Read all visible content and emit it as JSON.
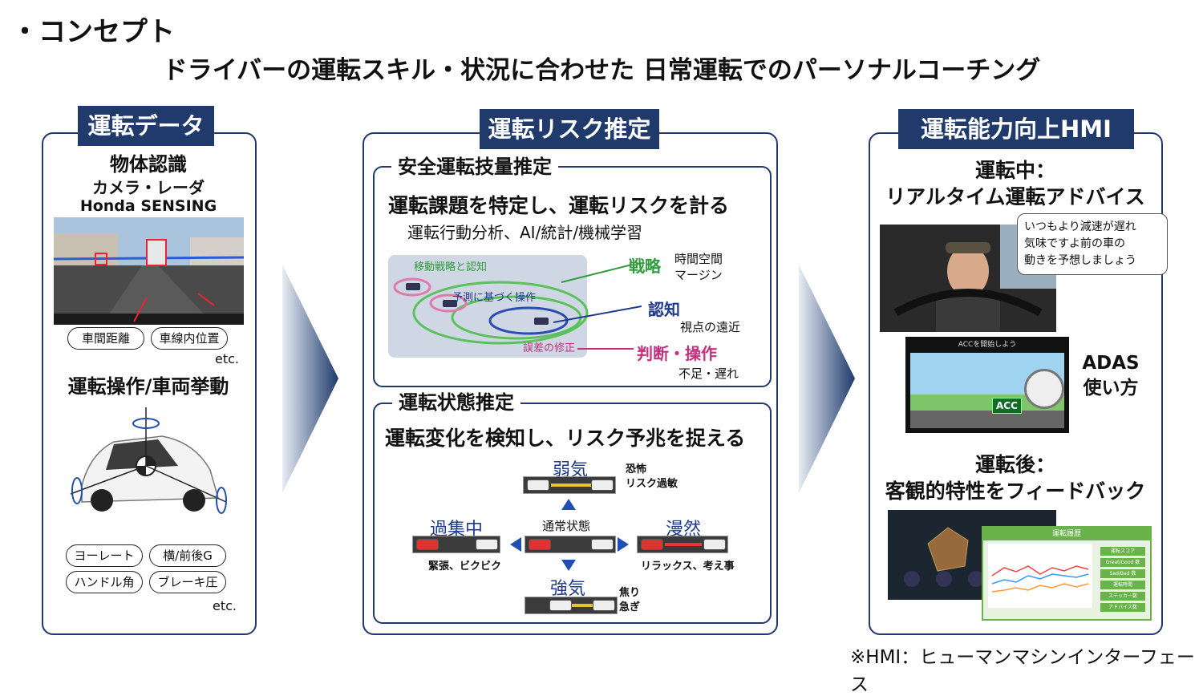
{
  "header": {
    "concept": "・コンセプト",
    "subtitle": "ドライバーの運転スキル・状況に合わせた 日常運転でのパーソナルコーチング"
  },
  "panel1": {
    "title": "運転データ",
    "object_recognition": "物体認識",
    "camera_radar": "カメラ・レーダ",
    "honda_sensing": "Honda SENSING",
    "pills_top": [
      "車間距離",
      "車線内位置"
    ],
    "etc1": "etc.",
    "operation_title": "運転操作/車両挙動",
    "pills_bottom": [
      "ヨーレート",
      "横/前後G",
      "ハンドル角",
      "ブレーキ圧"
    ],
    "etc2": "etc."
  },
  "panel2": {
    "title": "運転リスク推定",
    "section1": {
      "title": "安全運転技量推定",
      "headline": "運転課題を特定し、運転リスクを計る",
      "sub": "運転行動分析、AI/統計/機械学習",
      "diagram_labels": {
        "movement_strategy": "移動戦略と認知",
        "prediction_operation": "予測に基づく操作",
        "error_correction": "誤差の修正"
      },
      "legend": [
        {
          "label": "戦略",
          "detail": "時間空間\nマージン",
          "color": "#2e9c3a"
        },
        {
          "label": "認知",
          "detail": "視点の遠近",
          "color": "#1f3a8c"
        },
        {
          "label": "判断・操作",
          "detail": "不足・遅れ",
          "color": "#c2307e"
        }
      ]
    },
    "section2": {
      "title": "運転状態推定",
      "headline": "運転変化を検知し、リスク予兆を捉える",
      "states": {
        "weak": "弱気",
        "weak_detail": "恐怖\nリスク過敏",
        "normal": "通常状態",
        "over_focus": "過集中",
        "over_focus_detail": "緊張、ビクビク",
        "absent": "漫然",
        "absent_detail": "リラックス、考え事",
        "strong": "強気",
        "strong_detail": "焦り\n急ぎ"
      }
    }
  },
  "panel3": {
    "title": "運転能力向上HMI",
    "during_title": "運転中：",
    "during_sub": "リアルタイム運転アドバイス",
    "bubble": "いつもより減速が遅れ\n気味ですよ前の車の\n動きを予想しましょう",
    "acc_screen_title": "ACCを開始しよう",
    "acc_badge": "ACC",
    "adas": "ADAS\n使い方",
    "after_title": "運転後：",
    "after_sub": "客観的特性をフィードバック",
    "history_title": "運転履歴",
    "history_buttons": [
      "運転スコア",
      "Great/Good 数",
      "Sad/Bad 数",
      "運転時間",
      "ステッカー数",
      "アドバイス数"
    ]
  },
  "footnote": "※HMI：ヒューマンマシンインターフェース",
  "colors": {
    "navy": "#1f3a6b",
    "green": "#2e9c3a",
    "blue": "#1f3a8c",
    "magenta": "#c2307e"
  }
}
